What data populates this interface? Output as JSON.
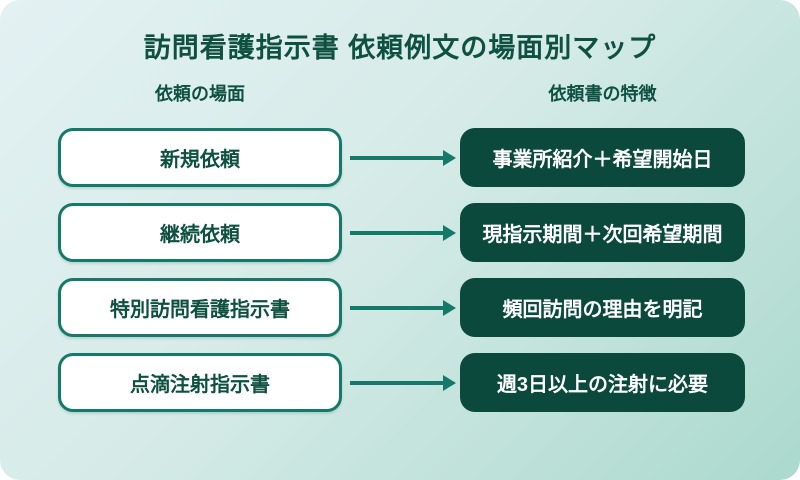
{
  "title": "訪問看護指示書 依頼例文の場面別マップ",
  "columns": {
    "left_header": "依頼の場面",
    "right_header": "依頼書の特徴"
  },
  "rows": [
    {
      "scene": "新規依頼",
      "feature": "事業所紹介＋希望開始日"
    },
    {
      "scene": "継続依頼",
      "feature": "現指示期間＋次回希望期間"
    },
    {
      "scene": "特別訪問看護指示書",
      "feature": "頻回訪問の理由を明記"
    },
    {
      "scene": "点滴注射指示書",
      "feature": "週3日以上の注射に必要"
    }
  ],
  "colors": {
    "accent_teal": "#15796a",
    "dark_box_green": "#0a493c",
    "text_green": "#0f5141",
    "bg_gradient_start": "#e3f1f3",
    "bg_gradient_end": "#abd9cd",
    "scene_box_bg": "#ffffff",
    "feature_text": "#ffffff"
  }
}
